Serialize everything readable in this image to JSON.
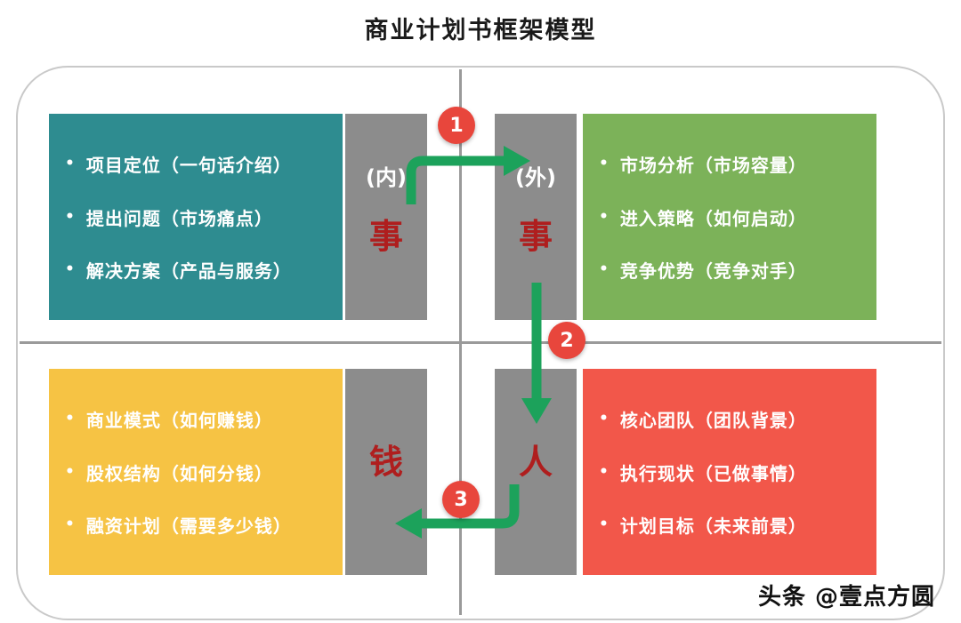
{
  "title": "商业计划书框架模型",
  "watermark": "头条 @壹点方圆",
  "bullet": "•",
  "colors": {
    "teal": "#2E8C90",
    "green": "#7CB259",
    "yellow": "#F6C344",
    "red": "#F2574A",
    "gray": "#8C8C8C",
    "arrow_green": "#1CA25B",
    "badge_red": "#E8463C",
    "label_red": "#AF1E1E"
  },
  "quadrants": {
    "top_left": {
      "items": [
        "项目定位（一句话介绍）",
        "提出问题（市场痛点）",
        "解决方案（产品与服务）"
      ],
      "label": {
        "scope": "(内)",
        "word": "事"
      }
    },
    "top_right": {
      "items": [
        "市场分析（市场容量）",
        "进入策略（如何启动）",
        "竞争优势（竞争对手）"
      ],
      "label": {
        "scope": "(外)",
        "word": "事"
      }
    },
    "bottom_left": {
      "items": [
        "商业模式（如何赚钱）",
        "股权结构（如何分钱）",
        "融资计划（需要多少钱）"
      ],
      "label": {
        "word": "钱"
      }
    },
    "bottom_right": {
      "items": [
        "核心团队（团队背景）",
        "执行现状（已做事情）",
        "计划目标（未来前景）"
      ],
      "label": {
        "word": "人"
      }
    }
  },
  "steps": [
    {
      "number": "1"
    },
    {
      "number": "2"
    },
    {
      "number": "3"
    }
  ]
}
